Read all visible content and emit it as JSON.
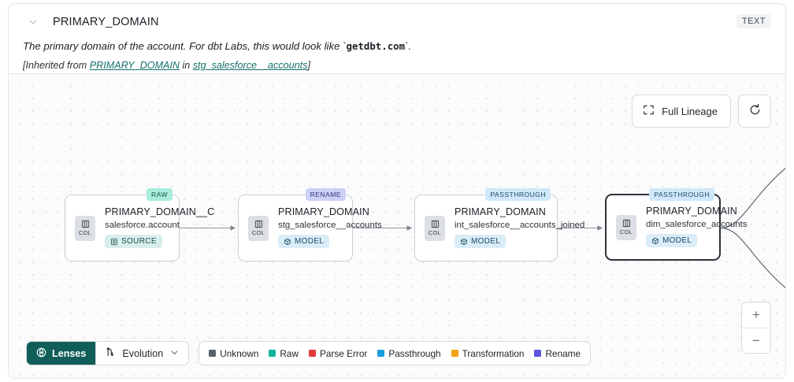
{
  "header": {
    "chevron_icon": "chevron-down-icon",
    "column_name": "PRIMARY_DOMAIN",
    "type_badge": "TEXT",
    "description_prefix": "The primary domain of the account. For dbt Labs, this would look like `",
    "description_code": "getdbt.com",
    "description_suffix": "`.",
    "inherited_open": "[Inherited from ",
    "inherited_link_1": "PRIMARY_DOMAIN",
    "inherited_mid": " in ",
    "inherited_link_2": "stg_salesforce__accounts",
    "inherited_close": "]"
  },
  "controls": {
    "full_lineage_label": "Full Lineage",
    "full_lineage_icon": "expand-corners-icon",
    "refresh_icon": "refresh-icon",
    "zoom_in_label": "+",
    "zoom_out_label": "−"
  },
  "toolbar": {
    "lenses_label": "Lenses",
    "lenses_icon": "lens-icon",
    "evolution_label": "Evolution",
    "evolution_icon": "evolution-icon",
    "evolution_caret_icon": "chevron-down-icon"
  },
  "legend": {
    "items": [
      {
        "label": "Unknown",
        "color": "#58616b"
      },
      {
        "label": "Raw",
        "color": "#12b39a"
      },
      {
        "label": "Parse Error",
        "color": "#e03a3a"
      },
      {
        "label": "Passthrough",
        "color": "#1f9ede"
      },
      {
        "label": "Transformation",
        "color": "#f2a213"
      },
      {
        "label": "Rename",
        "color": "#5a56e0"
      }
    ]
  },
  "graph": {
    "nodes": [
      {
        "name": "PRIMARY_DOMAIN__C",
        "dataset": "salesforce.account",
        "kind_badge": "RAW",
        "type_tag": "SOURCE",
        "chip_label": "COL",
        "selected": false
      },
      {
        "name": "PRIMARY_DOMAIN",
        "dataset": "stg_salesforce__accounts",
        "kind_badge": "RENAME",
        "type_tag": "MODEL",
        "chip_label": "COL",
        "selected": false
      },
      {
        "name": "PRIMARY_DOMAIN",
        "dataset": "int_salesforce__accounts_joined",
        "kind_badge": "PASSTHROUGH",
        "type_tag": "MODEL",
        "chip_label": "COL",
        "selected": false
      },
      {
        "name": "PRIMARY_DOMAIN",
        "dataset": "dim_salesforce_accounts",
        "kind_badge": "PASSTHROUGH",
        "type_tag": "MODEL",
        "chip_label": "COL",
        "selected": true
      }
    ]
  }
}
